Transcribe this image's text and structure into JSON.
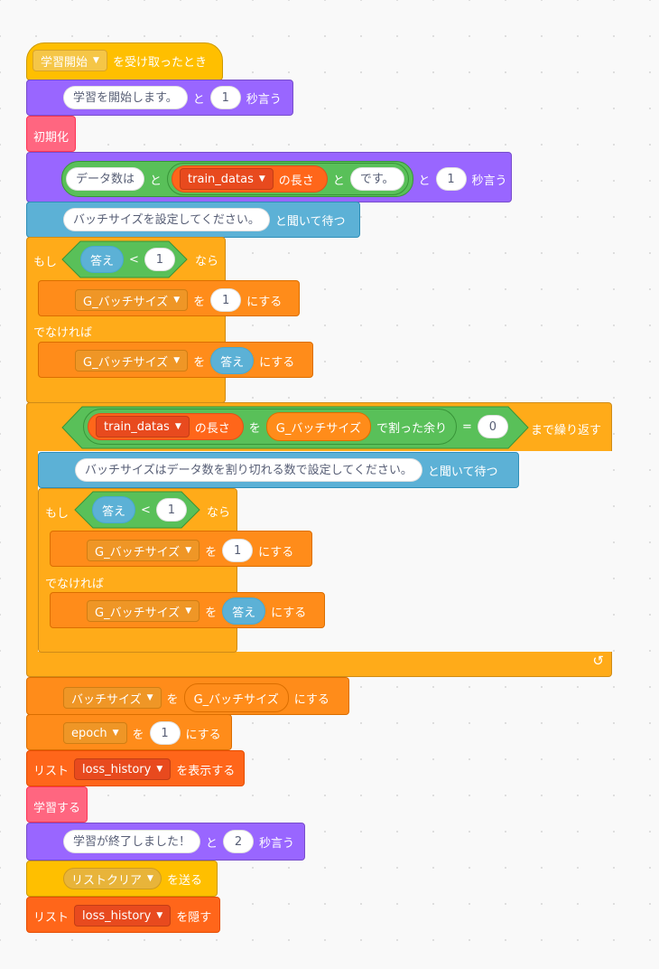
{
  "hat": {
    "dropdown": "学習開始",
    "suffix": "を受け取ったとき"
  },
  "say1": {
    "message": "学習を開始します。",
    "and": "と",
    "seconds": "1",
    "suffix": "秒言う"
  },
  "init": {
    "label": "初期化"
  },
  "say2": {
    "first": "データ数は",
    "and1": "と",
    "list": "train_datas",
    "length_suffix": "の長さ",
    "and2": "と",
    "last": "です。",
    "and3": "と",
    "seconds": "1",
    "suffix": "秒言う"
  },
  "ask1": {
    "question": "バッチサイズを設定してください。",
    "suffix": "と聞いて待つ"
  },
  "if1": {
    "if_label": "もし",
    "answer": "答え",
    "op": "<",
    "value": "1",
    "then": "なら",
    "set1": {
      "var": "G_バッチサイズ",
      "to": "を",
      "value": "1",
      "suffix": "にする"
    },
    "else_label": "でなければ",
    "set2": {
      "var": "G_バッチサイズ",
      "to": "を",
      "value": "答え",
      "suffix": "にする"
    }
  },
  "repeat": {
    "list": "train_datas",
    "length_suffix": "の長さ",
    "wo": "を",
    "var": "G_バッチサイズ",
    "mod_suffix": "で割った余り",
    "eq": "=",
    "zero": "0",
    "suffix": "まで繰り返す",
    "ask": {
      "question": "バッチサイズはデータ数を割り切れる数で設定してください。",
      "suffix": "と聞いて待つ"
    },
    "if_label": "もし",
    "answer": "答え",
    "op": "<",
    "value": "1",
    "then": "なら",
    "set1": {
      "var": "G_バッチサイズ",
      "to": "を",
      "value": "1",
      "suffix": "にする"
    },
    "else_label": "でなければ",
    "set2": {
      "var": "G_バッチサイズ",
      "to": "を",
      "value": "答え",
      "suffix": "にする"
    },
    "loop_arrow": "↺"
  },
  "set_batch": {
    "var": "バッチサイズ",
    "to": "を",
    "value": "G_バッチサイズ",
    "suffix": "にする"
  },
  "set_epoch": {
    "var": "epoch",
    "to": "を",
    "value": "1",
    "suffix": "にする"
  },
  "show_list": {
    "prefix": "リスト",
    "list": "loss_history",
    "suffix": "を表示する"
  },
  "learn": {
    "label": "学習する"
  },
  "say3": {
    "message": "学習が終了しました！",
    "and": "と",
    "seconds": "2",
    "suffix": "秒言う"
  },
  "broadcast": {
    "message": "リストクリア",
    "suffix": "を送る"
  },
  "hide_list": {
    "prefix": "リスト",
    "list": "loss_history",
    "suffix": "を隠す"
  },
  "colors": {
    "looks": "#9966ff",
    "control": "#ffab19",
    "events": "#ffbf00",
    "variables": "#ff8c1a",
    "lists": "#ff661a",
    "sensing": "#5cb1d6",
    "operators": "#59c059",
    "myblocks": "#ff6680"
  }
}
